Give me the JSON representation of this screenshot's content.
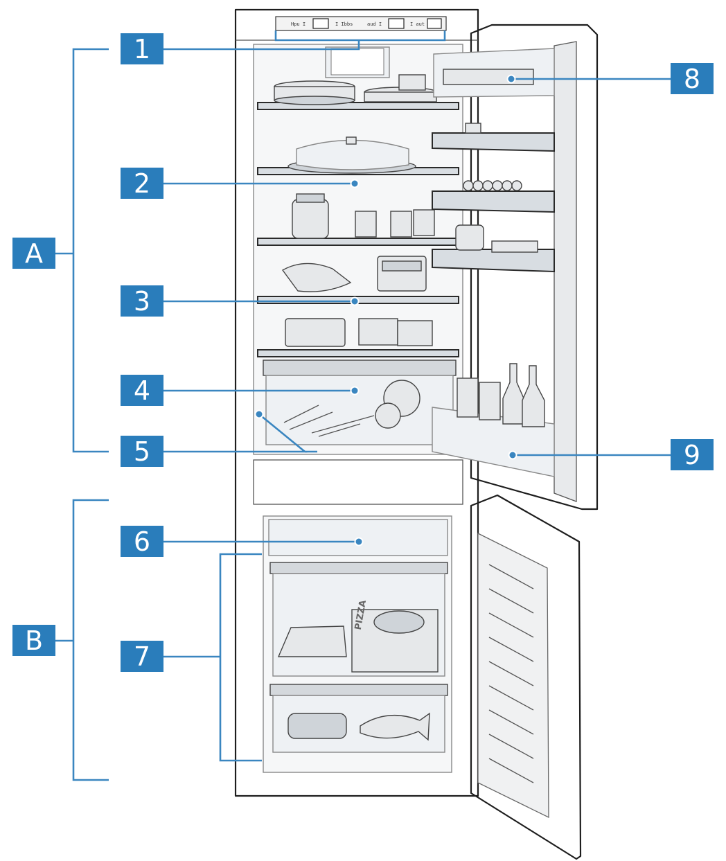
{
  "callouts": {
    "c1": "1",
    "c2": "2",
    "c3": "3",
    "c4": "4",
    "c5": "5",
    "c6": "6",
    "c7": "7",
    "c8": "8",
    "c9": "9"
  },
  "sections": {
    "a": "A",
    "b": "B"
  },
  "packaging": {
    "pizza": "PIZZA"
  },
  "colors": {
    "badge": "#2a7dbb",
    "leader": "#3a86c0",
    "outline": "#1d1d1d"
  }
}
